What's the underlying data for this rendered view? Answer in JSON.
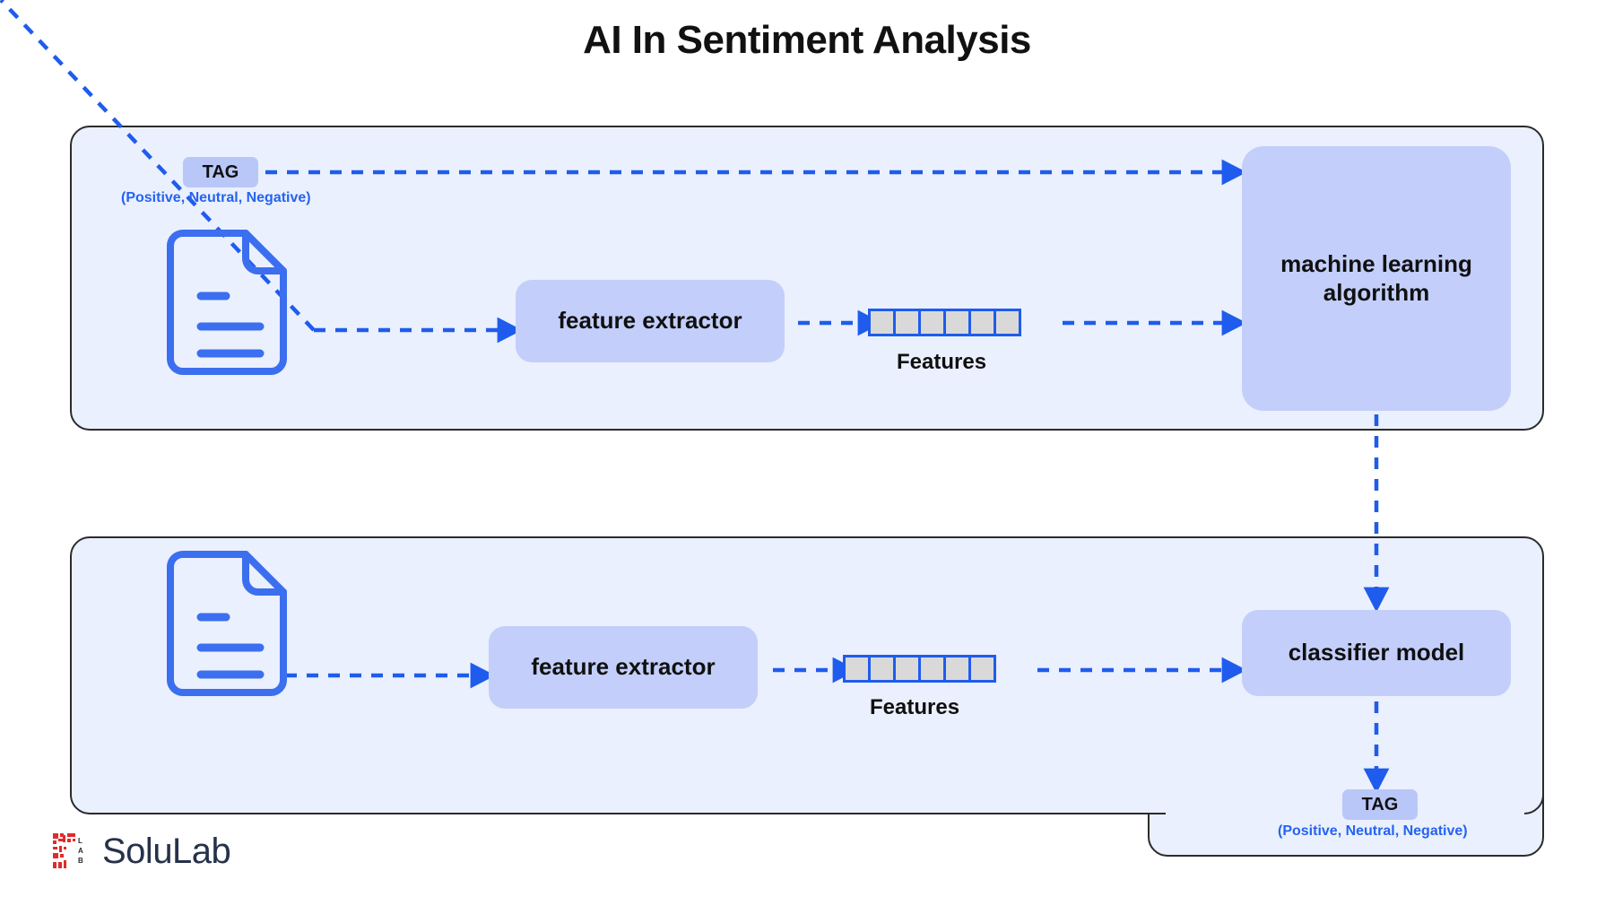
{
  "page": {
    "title": "AI In Sentiment Analysis",
    "background": "#ffffff"
  },
  "colors": {
    "panel_fill": "#eaf0fd",
    "panel_border": "#2b2b2b",
    "process_box_fill": "#c3cffa",
    "tag_fill": "#b9c7f8",
    "accent_blue": "#2563f0",
    "arrow_blue": "#1f5ced",
    "feature_cell_fill": "#d9d9d9",
    "feature_cell_border": "#1f5ced",
    "text_dark": "#101010",
    "logo_red": "#e02b2b",
    "logo_navy": "#26324a"
  },
  "training_panel": {
    "name": "training-pipeline",
    "tag": {
      "label": "TAG",
      "caption": "(Positive, Neutral, Negative)"
    },
    "document_icon": "document-icon",
    "feature_extractor": "feature extractor",
    "features": {
      "label": "Features",
      "cell_count": 6
    },
    "model": "machine learning algorithm"
  },
  "application_panel": {
    "name": "prediction-pipeline",
    "document_icon": "document-icon",
    "feature_extractor": "feature extractor",
    "features": {
      "label": "Features",
      "cell_count": 6
    },
    "model": "classifier model",
    "tag": {
      "label": "TAG",
      "caption": "(Positive, Neutral, Negative)"
    }
  },
  "logo": {
    "wordmark": "SoluLab",
    "mark_text": "LAB",
    "icon": "solulab-logo-icon"
  }
}
